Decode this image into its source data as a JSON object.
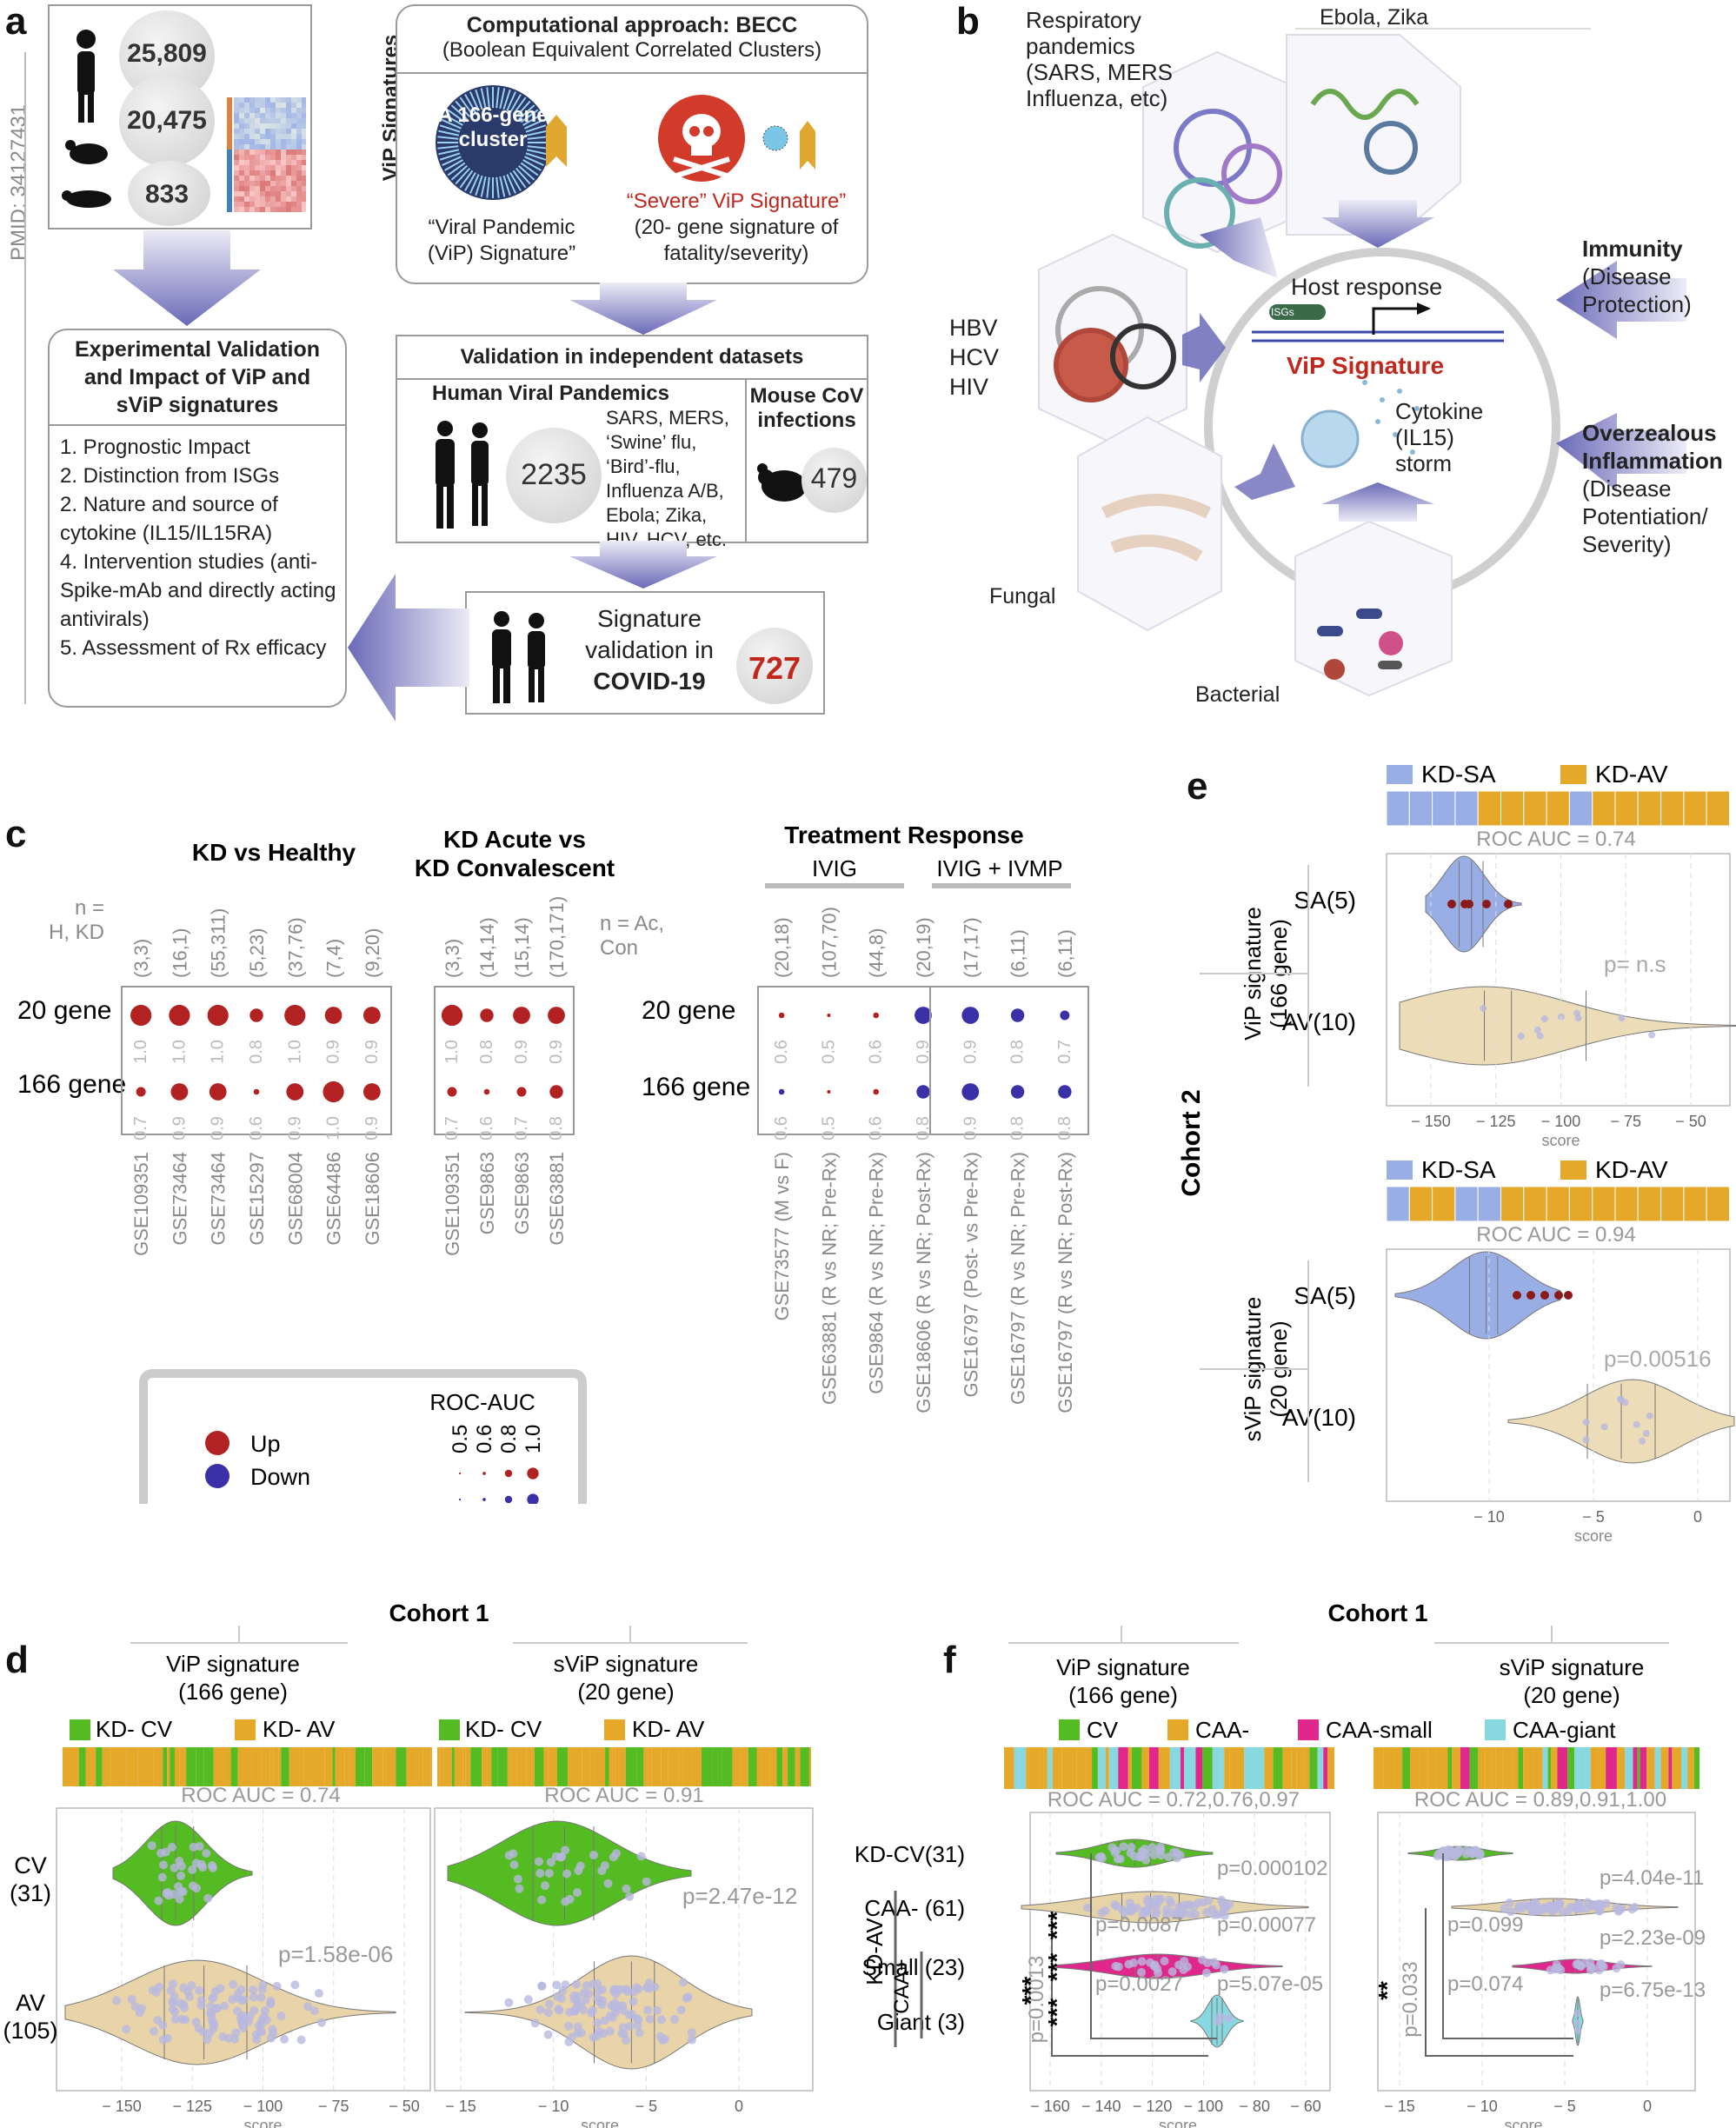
{
  "panel_a": {
    "label": "a",
    "pmid": "PMID: 34127431",
    "counts": [
      "25,809",
      "20,475",
      "833"
    ],
    "vip_signatures_label": "ViP Signatures",
    "becc_title": "Computational approach: BECC",
    "becc_subtitle": "(Boolean Equivalent Correlated Clusters)",
    "cluster_label": "A 166-gene cluster",
    "vip_sig_name": "“Viral Pandemic (ViP) Signature”",
    "severe_title": "“Severe” ViP Signature”",
    "severe_desc": "(20- gene signature of fatality/severity)",
    "validation_title": "Validation in independent datasets",
    "human_title": "Human Viral Pandemics",
    "human_count": "2235",
    "human_list": "SARS, MERS, ‘Swine’ flu, ‘Bird’-flu, Influenza A/B, Ebola; Zika, HIV, HCV, etc.",
    "mouse_title": "Mouse CoV infections",
    "mouse_count": "479",
    "exp_title": "Experimental Validation and Impact of ViP and sViP signatures",
    "exp_items": [
      "1. Prognostic Impact",
      "2. Distinction from ISGs",
      "2. Nature and source of cytokine (IL15/IL15RA)",
      "4. Intervention studies (anti-Spike-mAb and directly acting antivirals)",
      "5. Assessment of Rx efficacy"
    ],
    "covid_title": "Signature validation in",
    "covid_bold": "COVID-19",
    "covid_count": "727"
  },
  "panel_b": {
    "label": "b",
    "resp": "Respiratory pandemics (SARS, MERS Influenza, etc)",
    "ebola": "Ebola, Zika",
    "hbv": "HBV HCV HIV",
    "fungal": "Fungal",
    "bacterial": "Bacterial",
    "host": "Host response",
    "isgs": "ISGs",
    "vip": "ViP Signature",
    "cytokine": "Cytokine (IL15) storm",
    "immunity_title": "Immunity",
    "immunity_sub": "(Disease Protection)",
    "inflam_title": "Overzealous Inflammation",
    "inflam_sub": "(Disease Potentiation/ Severity)"
  },
  "panel_c": {
    "label": "c",
    "group1": "KD vs Healthy",
    "group2": "KD Acute vs KD Convalescent",
    "group3": "Treatment Response",
    "ivig": "IVIG",
    "ivig_ivmp": "IVIG + IVMP",
    "n_hkd": "n = H, KD",
    "n_accon": "n = Ac, Con",
    "row1": "20 gene",
    "row2": "166 gene",
    "g1_n": [
      "(3,3)",
      "(16,1)",
      "(55,311)",
      "(5,23)",
      "(37,76)",
      "(7,4)",
      "(9,20)"
    ],
    "g1_ds": [
      "GSE109351",
      "GSE73464",
      "GSE73464",
      "GSE15297",
      "GSE68004",
      "GSE64486",
      "GSE18606"
    ],
    "g1_auc20": [
      "1.0",
      "1.0",
      "1.0",
      "0.8",
      "1.0",
      "0.9",
      "0.9"
    ],
    "g1_auc166": [
      "0.7",
      "0.9",
      "0.9",
      "0.6",
      "0.9",
      "1.0",
      "0.9"
    ],
    "g2_n": [
      "(3,3)",
      "(14,14)",
      "(15,14)",
      "(170,171)"
    ],
    "g2_ds": [
      "GSE109351",
      "GSE9863",
      "GSE9863",
      "GSE63881"
    ],
    "g2_auc20": [
      "1.0",
      "0.8",
      "0.9",
      "0.9"
    ],
    "g2_auc166": [
      "0.7",
      "0.6",
      "0.7",
      "0.8"
    ],
    "g3_n": [
      "(20,18)",
      "(107,70)",
      "(44,8)",
      "(20,19)",
      "(17,17)",
      "(6,11)",
      "(6,11)"
    ],
    "g3_ds": [
      "GSE73577 (M vs F)",
      "GSE63881 (R vs NR; Pre-Rx)",
      "GSE9864 (R vs NR; Pre-Rx)",
      "GSE18606 (R vs NR; Post-Rx)",
      "GSE16797 (Post- vs Pre-Rx)",
      "GSE16797 (R vs NR; Pre-Rx)",
      "GSE16797 (R vs NR; Post-Rx)"
    ],
    "g3_auc20": [
      "0.6",
      "0.5",
      "0.6",
      "0.9",
      "0.9",
      "0.8",
      "0.7"
    ],
    "g3_auc166": [
      "0.6",
      "0.5",
      "0.6",
      "0.8",
      "0.9",
      "0.8",
      "0.8"
    ],
    "legend_title": "ROC-AUC",
    "legend_up": "Up",
    "legend_down": "Down",
    "legend_ticks": [
      "0.5",
      "0.6",
      "0.8",
      "1.0"
    ],
    "color_up": "#b22222",
    "color_down": "#3a30a8"
  },
  "panel_d": {
    "label": "d",
    "cohort": "Cohort 1",
    "left_title": "ViP signature (166 gene)",
    "right_title": "sViP signature (20 gene)",
    "leg_cv": "KD- CV",
    "leg_av": "KD- AV",
    "roc_left": "ROC AUC = 0.74",
    "roc_right": "ROC AUC = 0.91",
    "row_cv": "CV (31)",
    "row_av": "AV (105)",
    "p_left": "p=1.58e-06",
    "p_right": "p=2.47e-12",
    "ticks_left": [
      "-150",
      "-125",
      "-100",
      "-75",
      "-50"
    ],
    "ticks_right": [
      "-15",
      "-10",
      "-5",
      "0"
    ],
    "xlabel": "score",
    "color_cv": "#55bb22",
    "color_av": "#e8d4a8"
  },
  "panel_e": {
    "label": "e",
    "cohort": "Cohort 2",
    "leg_sa": "KD-SA",
    "leg_av": "KD-AV",
    "top_roc": "ROC AUC = 0.74",
    "bottom_roc": "ROC AUC = 0.94",
    "top_side": "ViP signature (166 gene)",
    "bottom_side": "sViP signature (20 gene)",
    "row_sa": "SA(5)",
    "row_av": "AV(10)",
    "top_p": "p= n.s",
    "bottom_p": "p=0.00516",
    "top_ticks": [
      "-150",
      "-125",
      "-100",
      "-75",
      "-50"
    ],
    "bottom_ticks": [
      "-10",
      "-5",
      "0"
    ],
    "xlabel": "score",
    "color_sa": "#9aaee6",
    "color_av": "#e6a829"
  },
  "panel_f": {
    "label": "f",
    "cohort": "Cohort 1",
    "left_title": "ViP signature (166 gene)",
    "right_title": "sViP signature (20 gene)",
    "legend": [
      "CV",
      "CAA-",
      "CAA-small",
      "CAA-giant"
    ],
    "legend_colors": [
      "#55bb22",
      "#e6a829",
      "#e0288c",
      "#88d8e0"
    ],
    "roc_left": "ROC AUC = 0.72,0.76,0.97",
    "roc_right": "ROC AUC = 0.89,0.91,1.00",
    "rows": [
      "KD-CV(31)",
      "CAA- (61)",
      "Small (23)",
      "Giant (3)"
    ],
    "kdav": "KD-AV",
    "caaplus": "CAA+",
    "p_left": [
      "p=0.000102",
      "p=0.00077",
      "p=0.0087",
      "p=0.0027",
      "p=5.07e-05",
      "p=0.0013"
    ],
    "p_right": [
      "p=4.04e-11",
      "p=2.23e-09",
      "p=0.099",
      "p=0.074",
      "p=6.75e-13",
      "p=0.033"
    ],
    "stars": [
      "***",
      "***",
      "***",
      "***",
      "**"
    ],
    "ticks_left": [
      "-160",
      "-140",
      "-120",
      "-100",
      "-80",
      "-60"
    ],
    "ticks_right": [
      "-15",
      "-10",
      "-5",
      "0"
    ],
    "xlabel": "score"
  }
}
